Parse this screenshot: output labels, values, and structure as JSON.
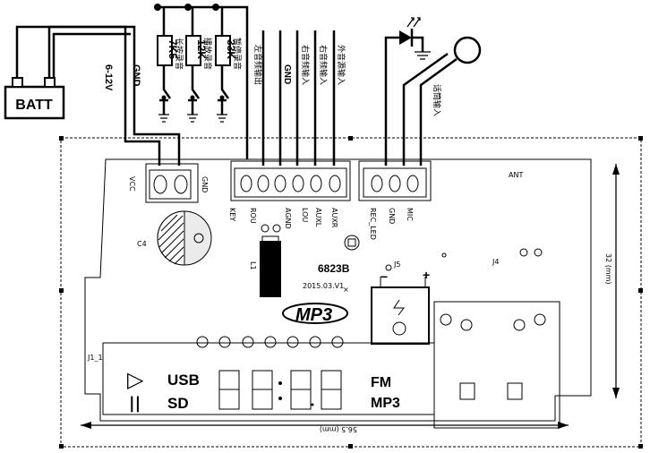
{
  "battery": {
    "label": "BATT",
    "voltage_label": "6-12V",
    "gnd_label": "GND"
  },
  "switches": [
    {
      "value": "7K5",
      "caption": "长按录音"
    },
    {
      "value": "12K",
      "caption": "播放录音"
    },
    {
      "value": "33K",
      "caption": "暂停录音"
    }
  ],
  "top_labels": {
    "left_out": "左音频输出",
    "gnd": "GND",
    "right_in": "右音频输入",
    "left_in": "右音频输入",
    "ext": "外音源输入",
    "mic": "话筒输入"
  },
  "board": {
    "vcc": "VCC",
    "gnd": "GND",
    "pins_mid": [
      "KEY",
      "ROU",
      "AGND",
      "LOU",
      "AUXL",
      "AUXR"
    ],
    "pins_right": [
      "REC_LED",
      "GND",
      "MIC"
    ],
    "ant": "ANT",
    "c4": "C4",
    "l1": "L1",
    "model": "6823B",
    "date": "2015.03.V1",
    "mp3_logo": "MP3",
    "j5": "J5",
    "j4": "J4",
    "j1": "J1_1",
    "minus": "−",
    "plus": "+",
    "x_mark": "×"
  },
  "display": {
    "usb": "USB",
    "sd": "SD",
    "fm": "FM",
    "mp3": "MP3",
    "play": "▷",
    "pause": "||"
  },
  "dimensions": {
    "width": "56.5 (mm)",
    "height": "32 (mm)"
  }
}
